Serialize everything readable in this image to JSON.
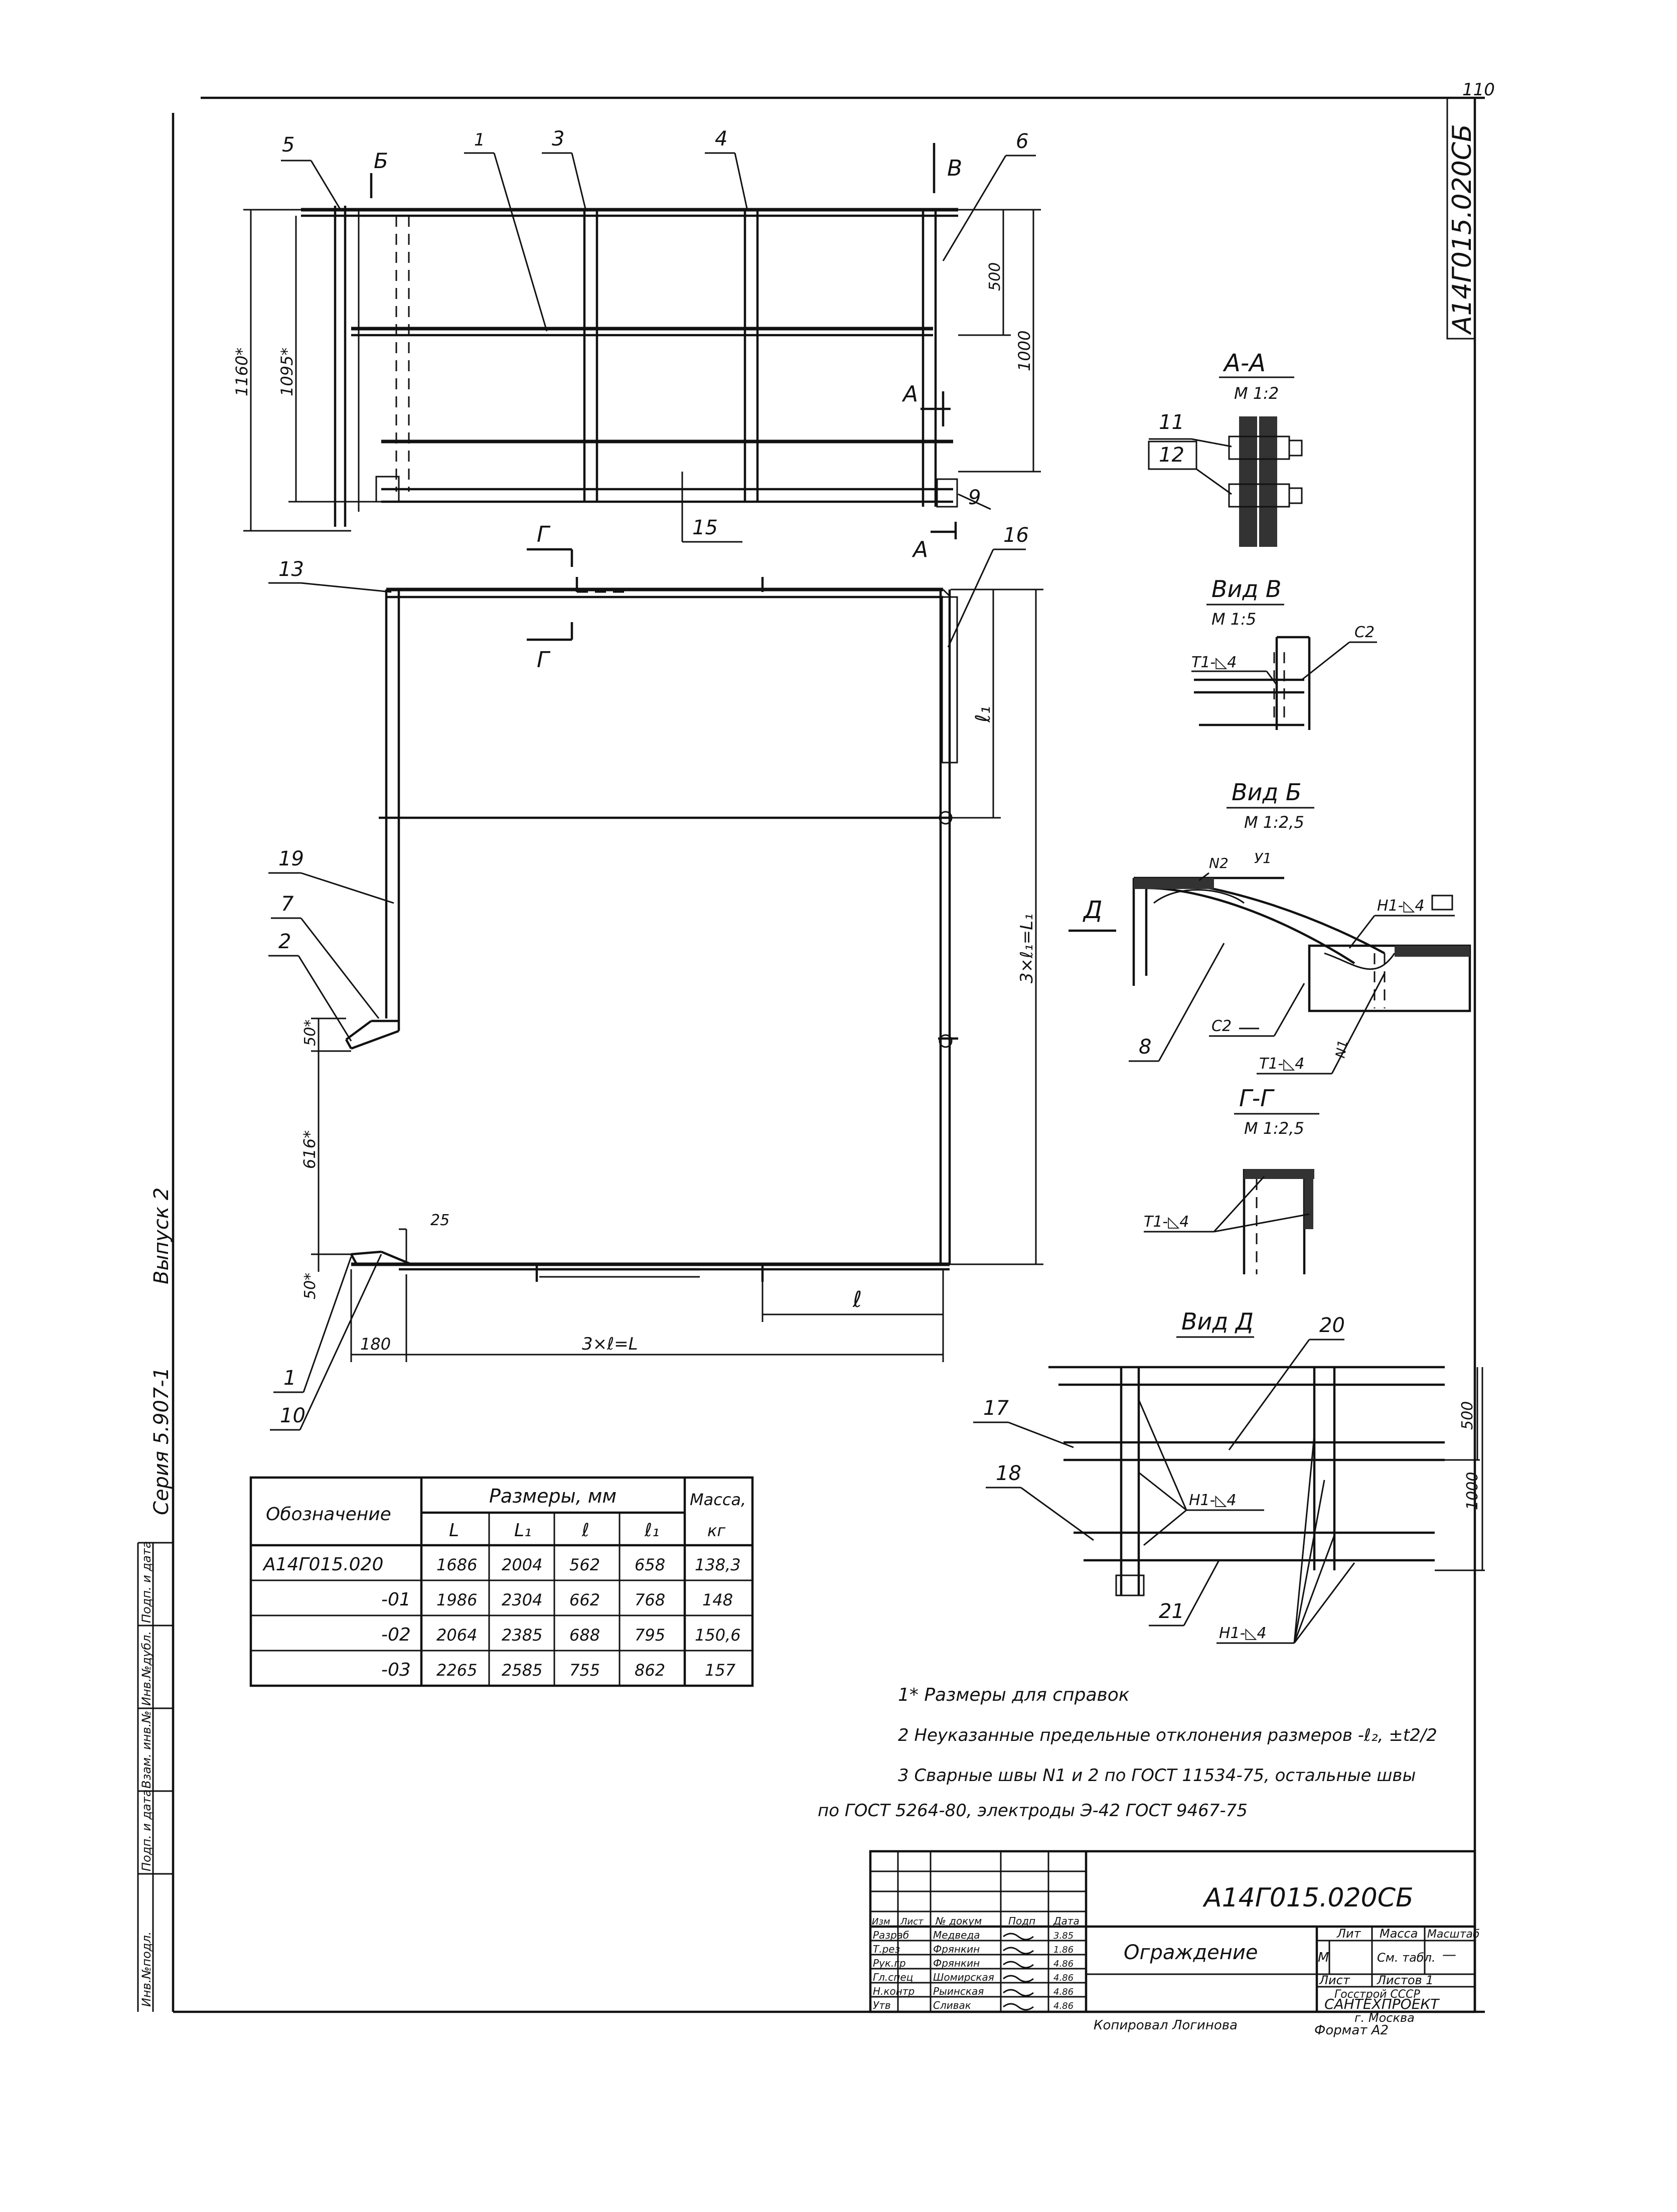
{
  "sheet": {
    "page_number": "110",
    "designation_stamp": "А14Г015.020СБ",
    "left_margin": {
      "series": "Серия 5.907-1",
      "issue": "Выпуск 2",
      "strip_labels": [
        "Инв.№подл.",
        "Подп. и дата",
        "Взам. инв.№",
        "Инв.№дубл.",
        "Подп. и дата"
      ]
    }
  },
  "elevation": {
    "positions": [
      "5",
      "Б",
      "1",
      "3",
      "4",
      "6",
      "В",
      "А",
      "9",
      "15",
      "А"
    ],
    "dims": [
      "1160*",
      "1095*",
      "500",
      "1000"
    ]
  },
  "plan": {
    "positions": [
      "13",
      "Г",
      "Г",
      "16",
      "19",
      "7",
      "2",
      "1",
      "10"
    ],
    "dims": [
      "ℓ₁",
      "3×ℓ₁=L₁",
      "50*",
      "616*",
      "50*",
      "25",
      "ℓ",
      "180",
      "3×ℓ=L"
    ]
  },
  "section_aa": {
    "title": "А-А",
    "scale": "М 1:2",
    "callouts": [
      "11",
      "12"
    ]
  },
  "view_v": {
    "title": "Вид В",
    "scale": "М 1:5",
    "welds": [
      "Т1-◺4",
      "С2"
    ]
  },
  "view_b": {
    "title": "Вид Б",
    "scale": "М 1:2,5",
    "welds": [
      "N2",
      "У1",
      "Н1-◺4",
      "С2",
      "Т1-◺4",
      "N1"
    ],
    "arrow": "Д",
    "callouts": [
      "8"
    ]
  },
  "section_gg": {
    "title": "Г-Г",
    "scale": "М 1:2,5",
    "welds": [
      "Т1-◺4"
    ]
  },
  "view_d": {
    "title": "Вид Д",
    "callouts": [
      "20",
      "17",
      "18",
      "21"
    ],
    "welds": [
      "Н1-◺4",
      "Н1-◺4"
    ],
    "dims": [
      "500",
      "1000"
    ]
  },
  "table": {
    "head": {
      "designation": "Обозначение",
      "dims_group": "Размеры, мм",
      "mass": "Масса,",
      "mass_unit": "кг"
    },
    "subheads": [
      "L",
      "L₁",
      "ℓ",
      "ℓ₁"
    ],
    "rows": [
      [
        "А14Г015.020",
        "1686",
        "2004",
        "562",
        "658",
        "138,3"
      ],
      [
        "-01",
        "1986",
        "2304",
        "662",
        "768",
        "148"
      ],
      [
        "-02",
        "2064",
        "2385",
        "688",
        "795",
        "150,6"
      ],
      [
        "-03",
        "2265",
        "2585",
        "755",
        "862",
        "157"
      ]
    ]
  },
  "notes": [
    "1* Размеры для справок",
    "2 Неуказанные предельные отклонения размеров -ℓ₂, ±t2/2",
    "3 Сварные швы N1 и 2 по ГОСТ 11534-75, остальные швы",
    "по ГОСТ 5264-80, электроды Э-42 ГОСТ 9467-75"
  ],
  "title_block": {
    "designation": "А14Г015.020СБ",
    "name": "Ограждение",
    "headers": {
      "lit": "Лит",
      "mass": "Масса",
      "scale": "Масштаб"
    },
    "lit_value": "М",
    "mass_value": "См. табл.",
    "scale_value": "—",
    "sheet_label": "Лист",
    "sheets_label": "Листов 1",
    "org": [
      "Госстрой СССР",
      "САНТЕХПРОЕКТ",
      "г. Москва"
    ],
    "col_heads": [
      "Изм",
      "Лист",
      "№ докум",
      "Подп",
      "Дата"
    ],
    "people": [
      [
        "Разраб",
        "Медведа",
        "3.85"
      ],
      [
        "Т.рез",
        "Фрянкин",
        "1.86"
      ],
      [
        "Рук.гр",
        "Фрянкин",
        "4.86"
      ],
      [
        "Гл.спец",
        "Шомирская",
        "4.86"
      ],
      [
        "Н.контр",
        "Рыинская",
        "4.86"
      ],
      [
        "Утв",
        "Сливак",
        "4.86"
      ]
    ],
    "copied": "Копировал Логинова",
    "format": "Формат А2"
  }
}
